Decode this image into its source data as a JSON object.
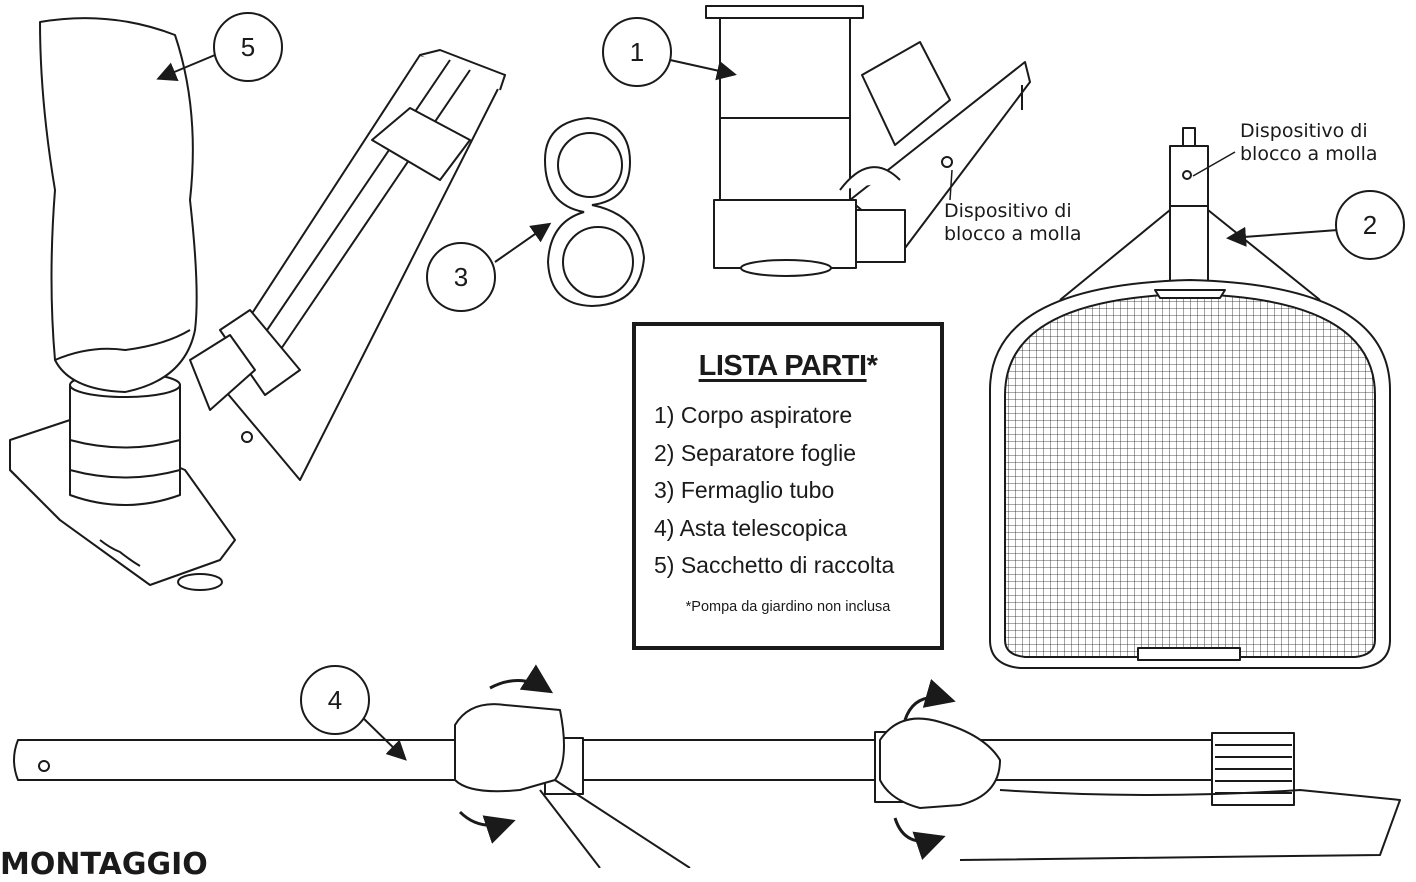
{
  "callouts": [
    {
      "number": "1"
    },
    {
      "number": "2"
    },
    {
      "number": "3"
    },
    {
      "number": "4"
    },
    {
      "number": "5"
    }
  ],
  "labels": {
    "lock_main_line1": "Dispositivo di",
    "lock_main_line2": "blocco a molla",
    "lock_net_line1": "Dispositivo di",
    "lock_net_line2": "blocco a molla"
  },
  "parts_box": {
    "title": "LISTA PARTI",
    "title_suffix": "*",
    "items": [
      "1) Corpo aspiratore",
      "2) Separatore foglie",
      "3) Fermaglio tubo",
      "4) Asta telescopica",
      "5) Sacchetto di raccolta"
    ],
    "note": "*Pompa da giardino non inclusa"
  },
  "section_heading": "MONTAGGIO",
  "colors": {
    "ink": "#1a1a1a",
    "background": "#ffffff"
  }
}
